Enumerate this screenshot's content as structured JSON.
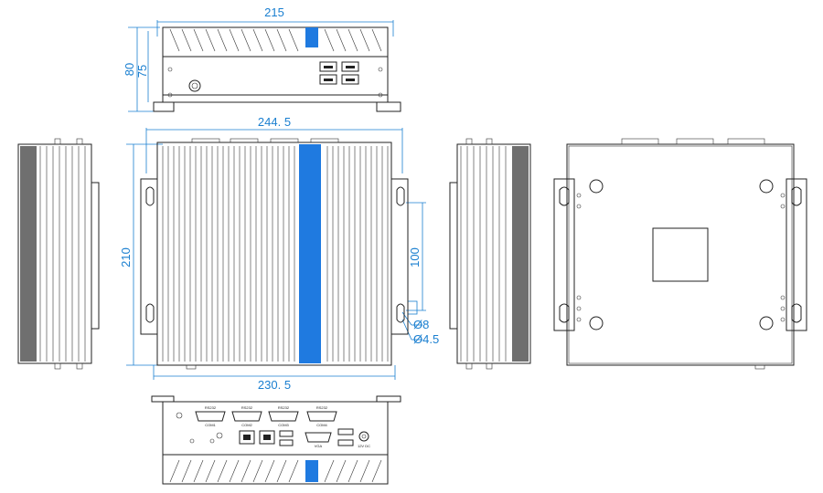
{
  "dimensions": {
    "top_width": "215",
    "height_outer": "80",
    "height_inner": "75",
    "front_overall_width": "244. 5",
    "front_height": "210",
    "mount_spacing": "100",
    "hole_large": "Ø8",
    "hole_small": "Ø4.5",
    "front_body_width": "230. 5"
  },
  "port_labels": {
    "com1": "COM1",
    "com2": "COM2",
    "com3": "COM3",
    "com4": "COM4",
    "vga": "VGA",
    "power": "12V DC",
    "com_top": "RS232"
  },
  "colors": {
    "dimension": "#1a7fd0",
    "accent_stripe": "#1f7ae0",
    "line": "#222222"
  },
  "icons": [
    "usb-icon",
    "lan-icon",
    "hdmi-icon",
    "power-button-icon",
    "screw-icon"
  ]
}
